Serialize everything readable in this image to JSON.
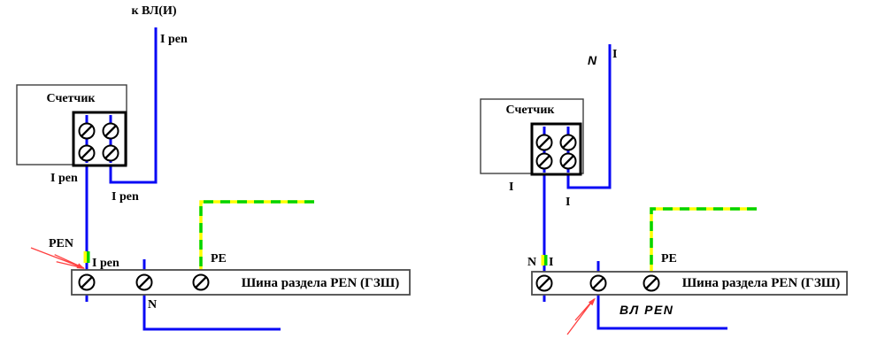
{
  "colors": {
    "wire-blue": "#0909f5",
    "ground-yellow": "#ffff00",
    "ground-green": "#00d300",
    "arrow-red": "#ff4040"
  },
  "left": {
    "top_label": "к ВЛ(И)",
    "supply_wire_label": "I pen",
    "meter_label": "Счетчик",
    "meter_out_label": "I pen",
    "branch_label": "I pen",
    "pen_label": "PEN",
    "pen_wire_label": "I pen",
    "pe_label": "PE",
    "bus_label": "Шина раздела PEN (ГЗШ)",
    "n_label": "N"
  },
  "right": {
    "n_top_label": "N",
    "i_top_label": "I",
    "meter_label": "Счетчик",
    "meter_out_label": "I",
    "branch_label": "I",
    "mark_n_label": "N",
    "mark_i_label": "I",
    "pe_label": "PE",
    "bus_label": "Шина раздела PEN (ГЗШ)",
    "vl_pen_label": "ВЛ PEN"
  }
}
